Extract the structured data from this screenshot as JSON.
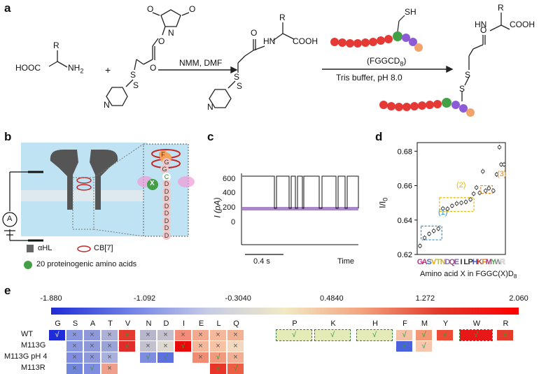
{
  "panels": {
    "a": "a",
    "b": "b",
    "c": "c",
    "d": "d",
    "e": "e"
  },
  "panel_a": {
    "reagent1_acid": "HOOC",
    "reagent1_amine": "NH",
    "reagent1_amine_sub": "2",
    "r_group": "R",
    "plus": "+",
    "step1_conditions": "NMM, DMF",
    "step2_peptide": "(FGGCD",
    "step2_peptide_sub": "8",
    "step2_peptide_close": ")",
    "step2_conditions": "Tris buffer, pH 8.0",
    "thiol": "SH",
    "sulfur": "S",
    "nitrogen": "N",
    "hn": "HN",
    "cooh": "COOH",
    "oxygen": "O"
  },
  "panel_b": {
    "ammeter": "A",
    "nanopore_letters": [
      "F",
      "G",
      "G",
      "C",
      "D",
      "D",
      "D",
      "D",
      "D",
      "D",
      "D",
      "D"
    ],
    "x_label": "X",
    "legend_ahl": "αHL",
    "legend_cb7": "CB[7]",
    "legend_amino": "20 proteinogenic amino acids"
  },
  "panel_c": {
    "ylabel": "I (pA)",
    "yticks": [
      "600",
      "400",
      "200",
      "0"
    ],
    "scalebar": "0.4 s",
    "xlabel": "Time"
  },
  "panel_e": {
    "colorbar_ticks": [
      "-1.880",
      "-1.092",
      "-0.3040",
      "0.4840",
      "1.272",
      "2.060"
    ],
    "row_labels": [
      "WT",
      "M113G",
      "M113G pH 4",
      "M113R"
    ],
    "check": "√",
    "cross": "×"
  },
  "chart_data": {
    "type": "scatter",
    "ylabel": "I/I",
    "ylabel_sub": "0",
    "xlabel": "Amino acid X in FGGC(X)D",
    "xlabel_sub": "8",
    "ylim": [
      0.62,
      0.685
    ],
    "yticks": [
      "0.68",
      "0.66",
      "0.64",
      "0.62"
    ],
    "categories": [
      "G",
      "A",
      "S",
      "V",
      "T",
      "N",
      "D",
      "Q",
      "E",
      "I",
      "L",
      "P",
      "H",
      "K",
      "F",
      "M",
      "Y",
      "W",
      "R"
    ],
    "category_colors": [
      "#b8338f",
      "#c7326f",
      "#3a6fb5",
      "#f0a400",
      "#a8c64a",
      "#cfa93b",
      "#8e6db8",
      "#a34d8d",
      "#7f62a8",
      "#333333",
      "#333333",
      "#333333",
      "#4a56c2",
      "#c43d2c",
      "#d9822b",
      "#c2297b",
      "#4caf50",
      "#8a8a8a",
      "#e8e8e8"
    ],
    "points": [
      {
        "label": "G",
        "values": [
          0.625
        ]
      },
      {
        "label": "A",
        "values": [
          0.6297
        ]
      },
      {
        "label": "S",
        "values": [
          0.632
        ]
      },
      {
        "label": "V",
        "values": [
          0.6337
        ]
      },
      {
        "label": "T",
        "values": [
          0.635
        ]
      },
      {
        "label": "N",
        "values": [
          0.6467
        ]
      },
      {
        "label": "D",
        "values": [
          0.6465
        ]
      },
      {
        "label": "Q",
        "values": [
          0.6483
        ]
      },
      {
        "label": "E",
        "values": [
          0.6496
        ]
      },
      {
        "label": "I",
        "values": [
          0.65
        ]
      },
      {
        "label": "L",
        "values": [
          0.6505
        ]
      },
      {
        "label": "P",
        "values": [
          0.652
        ]
      },
      {
        "label": "H",
        "values": [
          0.6553,
          0.6589
        ]
      },
      {
        "label": "K",
        "values": [
          0.6558
        ]
      },
      {
        "label": "F",
        "values": [
          0.6683,
          0.657
        ]
      },
      {
        "label": "M",
        "values": [
          0.6585
        ]
      },
      {
        "label": "Y",
        "values": [
          0.657
        ]
      },
      {
        "label": "W",
        "values": [
          0.6665,
          0.6823
        ]
      },
      {
        "label": "R",
        "values": [
          0.6723,
          0.6723
        ]
      }
    ],
    "groups": [
      {
        "label": "(1)",
        "color": "#2b8fd6"
      },
      {
        "label": "(2)",
        "color": "#e6b800"
      },
      {
        "label": "(3)",
        "color": "#e0862a"
      }
    ]
  }
}
